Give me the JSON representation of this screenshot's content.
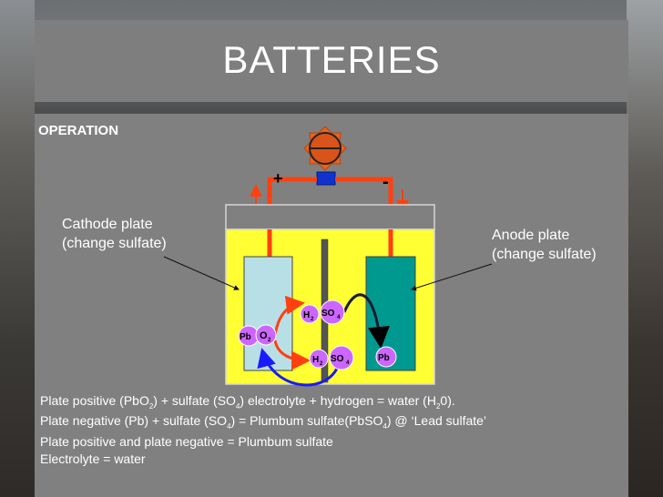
{
  "slide": {
    "title": "BATTERIES",
    "section": "OPERATION"
  },
  "diagram": {
    "cathode_label_line1": "Cathode plate",
    "cathode_label_line2": "(change sulfate)",
    "anode_label_line1": "Anode plate",
    "anode_label_line2": "(change sulfate)",
    "positive_sign": "+",
    "negative_sign": "-",
    "molecules": {
      "h2_top": "H",
      "h2_top_sub": "2",
      "so4_top": "SO",
      "so4_top_sub": "4",
      "pb_left": "Pb",
      "o2_left": "O",
      "o2_left_sub": "2",
      "h2_bottom": "H",
      "h2_bottom_sub": "2",
      "so4_bottom": "SO",
      "so4_bottom_sub": "4",
      "pb_right": "Pb"
    },
    "colors": {
      "electrolyte": "#ffff33",
      "cathode_plate": "#b9dfe6",
      "anode_plate": "#00998f",
      "wire": "#ff4010",
      "molecule": "#cc66ff",
      "lamp": "#e8641c"
    }
  },
  "equations": [
    {
      "parts": [
        "Plate positive (PbO",
        "2",
        ") + sulfate (SO",
        "4",
        ") electrolyte + hydrogen = water (H",
        "2",
        "0)."
      ]
    },
    {
      "parts": [
        "Plate negative (Pb) + sulfate (SO",
        "4",
        ") = Plumbum sulfate(PbSO",
        "4",
        ") @ ‘Lead sulfate’"
      ]
    },
    {
      "parts": [
        "Plate positive and plate negative = Plumbum sulfate"
      ]
    },
    {
      "parts": [
        "Electrolyte = water"
      ]
    }
  ]
}
